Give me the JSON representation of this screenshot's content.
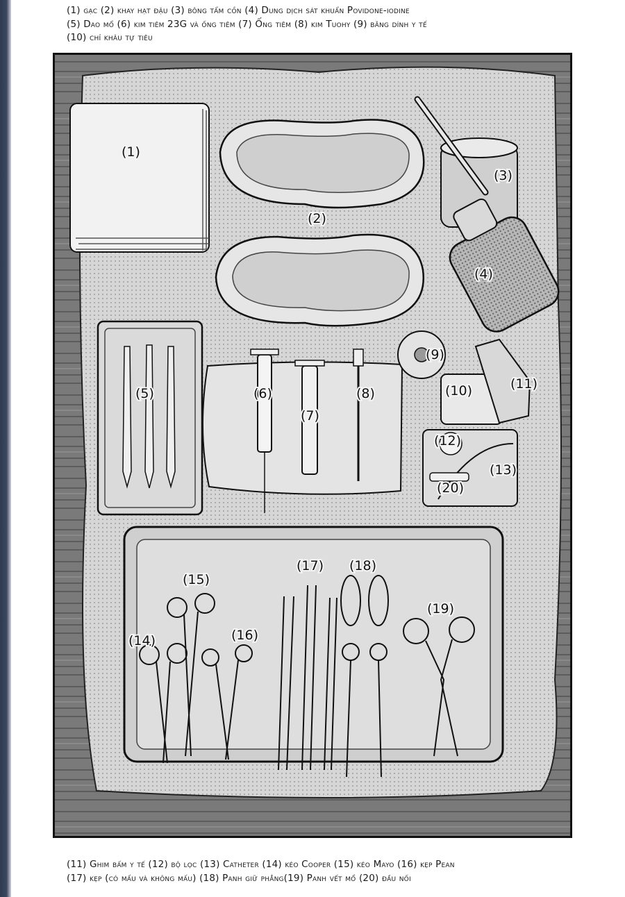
{
  "caption_top": [
    "(1) gạc (2) khay hạt đậu (3) bông tẩm cồn (4) Dung dịch sát khuẩn Povidone-iodine",
    "(5) Dao mổ (6) kim  tiêm 23G và ống tiêm (7) Ống tiêm  (8) kim Tuohy (9) băng dính y tế",
    "(10) chỉ khâu tự tiêu"
  ],
  "caption_bottom": [
    "(11) Ghim bấm y tế (12) bộ lọc (13) Catheter (14) kéo Cooper (15) kéo Mayo (16) kẹp Pean",
    "(17) kẹp (có mấu và không mấu) (18) Panh giữ phẳng(19) Panh vết mổ (20) đầu nối"
  ],
  "labels": {
    "l1": "(1)",
    "l2": "(2)",
    "l3": "(3)",
    "l4": "(4)",
    "l5": "(5)",
    "l6": "(6)",
    "l7": "(7)",
    "l8": "(8)",
    "l9": "(9)",
    "l10": "(10)",
    "l11": "(11)",
    "l12": "(12)",
    "l13": "(13)",
    "l14": "(14)",
    "l15": "(15)",
    "l16": "(16)",
    "l17": "(17)",
    "l18": "(18)",
    "l19": "(19)",
    "l20": "(20)"
  },
  "colors": {
    "ink": "#111111",
    "paper": "#f4f4f4",
    "cloth": "#d9d9d9",
    "wood": "#6e6e6e"
  }
}
